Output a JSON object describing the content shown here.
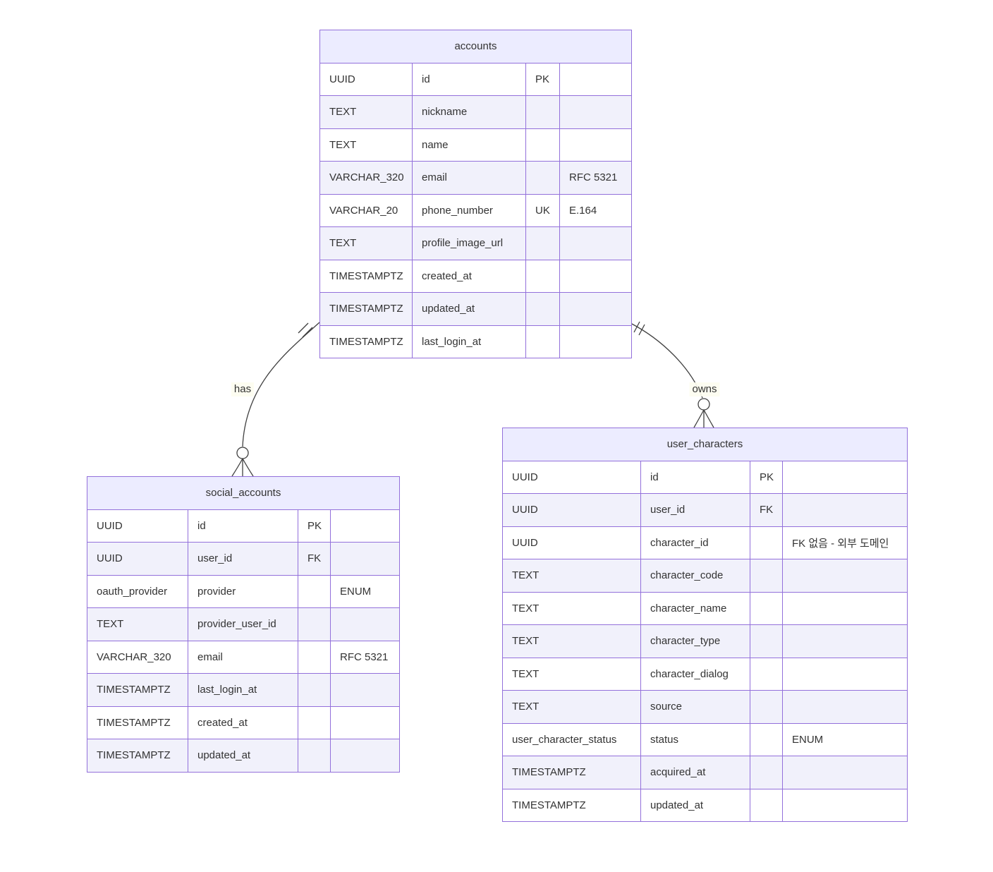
{
  "diagram": {
    "type": "er-diagram",
    "entities": [
      {
        "title": "accounts",
        "rows": [
          {
            "type": "UUID",
            "name": "id",
            "key": "PK",
            "comment": ""
          },
          {
            "type": "TEXT",
            "name": "nickname",
            "key": "",
            "comment": ""
          },
          {
            "type": "TEXT",
            "name": "name",
            "key": "",
            "comment": ""
          },
          {
            "type": "VARCHAR_320",
            "name": "email",
            "key": "",
            "comment": "RFC 5321"
          },
          {
            "type": "VARCHAR_20",
            "name": "phone_number",
            "key": "UK",
            "comment": "E.164"
          },
          {
            "type": "TEXT",
            "name": "profile_image_url",
            "key": "",
            "comment": ""
          },
          {
            "type": "TIMESTAMPTZ",
            "name": "created_at",
            "key": "",
            "comment": ""
          },
          {
            "type": "TIMESTAMPTZ",
            "name": "updated_at",
            "key": "",
            "comment": ""
          },
          {
            "type": "TIMESTAMPTZ",
            "name": "last_login_at",
            "key": "",
            "comment": ""
          }
        ]
      },
      {
        "title": "social_accounts",
        "rows": [
          {
            "type": "UUID",
            "name": "id",
            "key": "PK",
            "comment": ""
          },
          {
            "type": "UUID",
            "name": "user_id",
            "key": "FK",
            "comment": ""
          },
          {
            "type": "oauth_provider",
            "name": "provider",
            "key": "",
            "comment": "ENUM"
          },
          {
            "type": "TEXT",
            "name": "provider_user_id",
            "key": "",
            "comment": ""
          },
          {
            "type": "VARCHAR_320",
            "name": "email",
            "key": "",
            "comment": "RFC 5321"
          },
          {
            "type": "TIMESTAMPTZ",
            "name": "last_login_at",
            "key": "",
            "comment": ""
          },
          {
            "type": "TIMESTAMPTZ",
            "name": "created_at",
            "key": "",
            "comment": ""
          },
          {
            "type": "TIMESTAMPTZ",
            "name": "updated_at",
            "key": "",
            "comment": ""
          }
        ]
      },
      {
        "title": "user_characters",
        "rows": [
          {
            "type": "UUID",
            "name": "id",
            "key": "PK",
            "comment": ""
          },
          {
            "type": "UUID",
            "name": "user_id",
            "key": "FK",
            "comment": ""
          },
          {
            "type": "UUID",
            "name": "character_id",
            "key": "",
            "comment": "FK 없음 - 외부 도메인"
          },
          {
            "type": "TEXT",
            "name": "character_code",
            "key": "",
            "comment": ""
          },
          {
            "type": "TEXT",
            "name": "character_name",
            "key": "",
            "comment": ""
          },
          {
            "type": "TEXT",
            "name": "character_type",
            "key": "",
            "comment": ""
          },
          {
            "type": "TEXT",
            "name": "character_dialog",
            "key": "",
            "comment": ""
          },
          {
            "type": "TEXT",
            "name": "source",
            "key": "",
            "comment": ""
          },
          {
            "type": "user_character_status",
            "name": "status",
            "key": "",
            "comment": "ENUM"
          },
          {
            "type": "TIMESTAMPTZ",
            "name": "acquired_at",
            "key": "",
            "comment": ""
          },
          {
            "type": "TIMESTAMPTZ",
            "name": "updated_at",
            "key": "",
            "comment": ""
          }
        ]
      }
    ],
    "relationships": [
      {
        "from": "accounts",
        "to": "social_accounts",
        "label": "has",
        "from_cardinality": "exactly-one",
        "to_cardinality": "zero-or-many"
      },
      {
        "from": "accounts",
        "to": "user_characters",
        "label": "owns",
        "from_cardinality": "exactly-one",
        "to_cardinality": "zero-or-many"
      }
    ],
    "colors": {
      "header_fill": "#ECECFF",
      "row_alt_fill": "#f1f1fb",
      "row_fill": "#ffffff",
      "border": "#9370DB",
      "line": "#404040",
      "text": "#333333",
      "label_background": "#fdfdf0"
    }
  }
}
